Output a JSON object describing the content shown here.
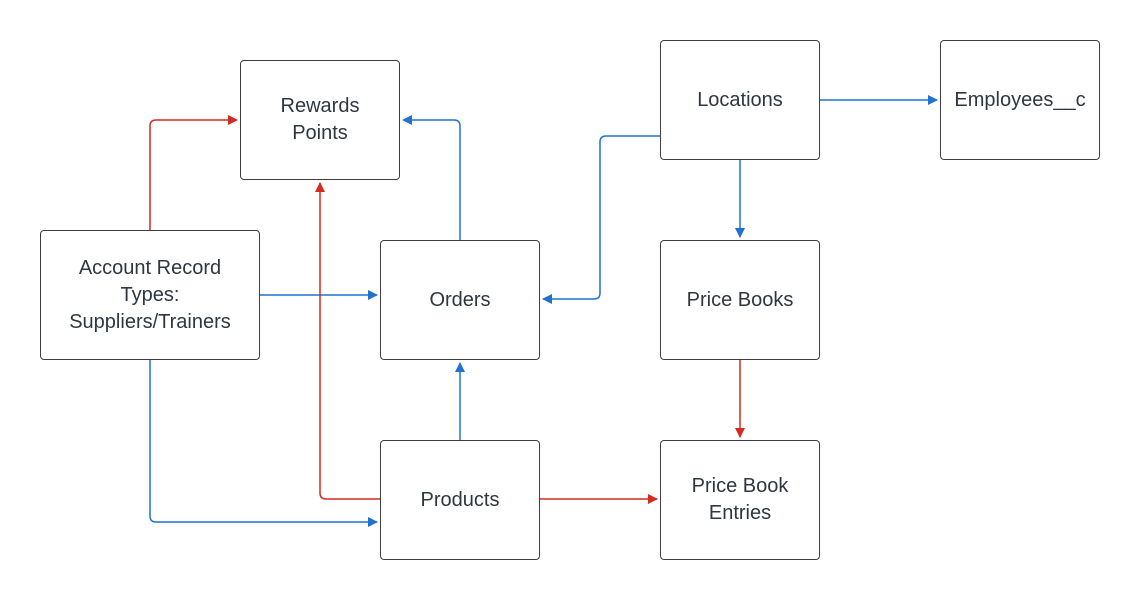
{
  "diagram": {
    "nodes": {
      "rewards_points": "Rewards\nPoints",
      "account_record_types": "Account Record\nTypes:\nSuppliers/Trainers",
      "orders": "Orders",
      "products": "Products",
      "locations": "Locations",
      "employees": "Employees__c",
      "price_books": "Price Books",
      "price_book_entries": "Price Book\nEntries"
    },
    "edges": [
      {
        "from": "account_record_types",
        "to": "rewards_points",
        "color": "#d42a20"
      },
      {
        "from": "account_record_types",
        "to": "orders",
        "color": "#1f72cf"
      },
      {
        "from": "account_record_types",
        "to": "products",
        "color": "#1f72cf"
      },
      {
        "from": "orders",
        "to": "rewards_points",
        "color": "#1f72cf"
      },
      {
        "from": "products",
        "to": "rewards_points",
        "color": "#d42a20"
      },
      {
        "from": "products",
        "to": "orders",
        "color": "#1f72cf"
      },
      {
        "from": "products",
        "to": "price_book_entries",
        "color": "#d42a20"
      },
      {
        "from": "locations",
        "to": "orders",
        "color": "#1f72cf"
      },
      {
        "from": "locations",
        "to": "employees",
        "color": "#1f72cf"
      },
      {
        "from": "locations",
        "to": "price_books",
        "color": "#1f72cf"
      },
      {
        "from": "price_books",
        "to": "price_book_entries",
        "color": "#d42a20"
      }
    ]
  },
  "colors": {
    "red_connector": "#d42a20",
    "blue_connector": "#1f72cf",
    "node_border": "#3d3d3d",
    "text": "#2f3640"
  }
}
